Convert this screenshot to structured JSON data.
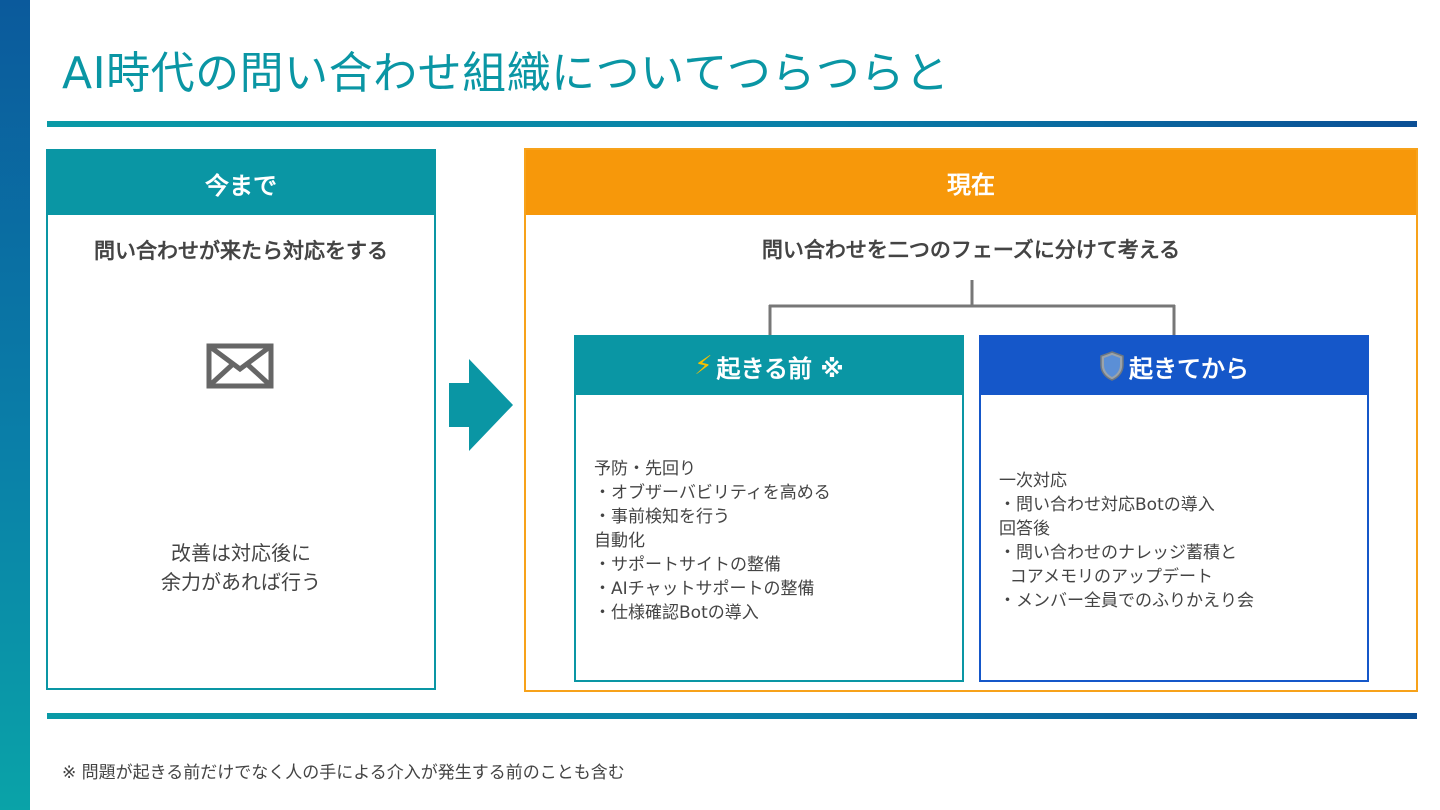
{
  "title": "AI時代の問い合わせ組織についてつらつらと",
  "left": {
    "header": "今まで",
    "lead": "問い合わせが来たら対応をする",
    "icon": "envelope-icon",
    "note_lines": [
      "改善は対応後に",
      "余力があれば行う"
    ]
  },
  "right": {
    "header": "現在",
    "lead": "問い合わせを二つのフェーズに分けて考える",
    "before": {
      "icon": "lightning-icon",
      "icon_glyph": "⚡",
      "title": "起きる前 ※",
      "lines": [
        "予防・先回り",
        "・オブザーバビリティを高める",
        "・事前検知を行う",
        "自動化",
        "・サポートサイトの整備",
        "・AIチャットサポートの整備",
        "・仕様確認Botの導入"
      ]
    },
    "after": {
      "icon": "shield-icon",
      "title": "起きてから",
      "lines": [
        "一次対応",
        "・問い合わせ対応Botの導入",
        "回答後",
        "・問い合わせのナレッジ蓄積と",
        "  コアメモリのアップデート",
        "・メンバー全員でのふりかえり会"
      ]
    }
  },
  "footnote": "※ 問題が起きる前だけでなく人の手による介入が発生する前のことも含む",
  "colors": {
    "teal": "#0a96a4",
    "orange": "#f7980a",
    "blue": "#1557c9",
    "lightning": "#f5c000"
  }
}
